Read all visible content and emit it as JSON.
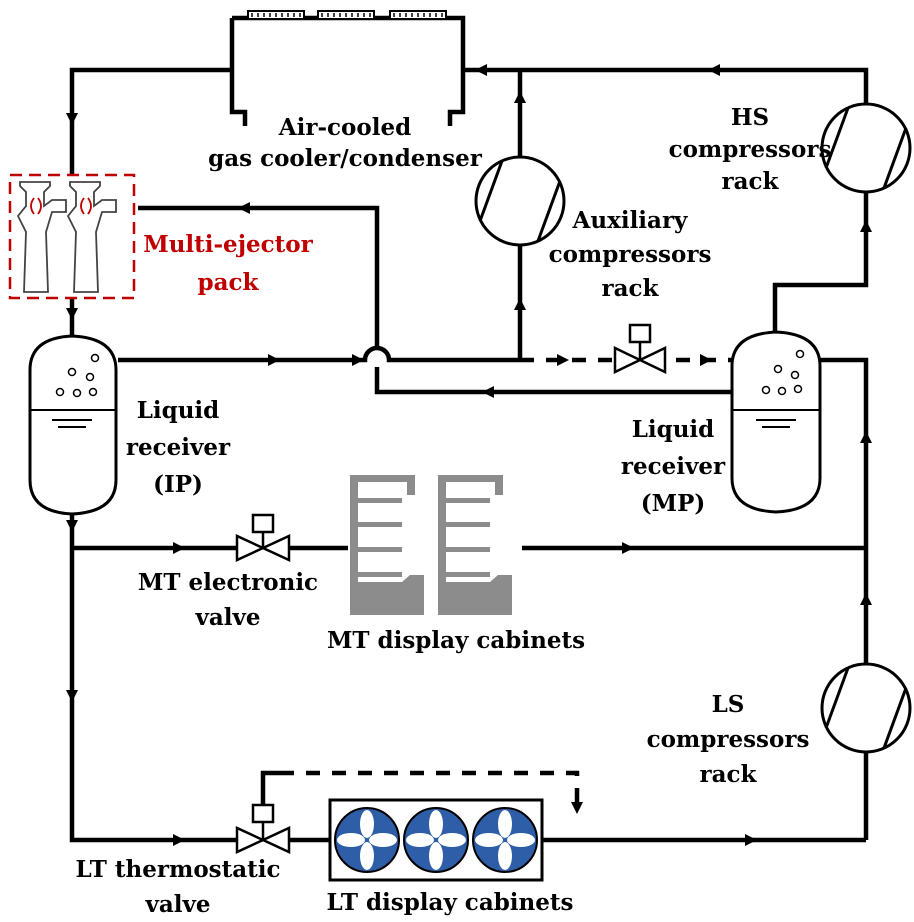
{
  "labels": {
    "gas_cooler": [
      "Air-cooled",
      "gas cooler/condenser"
    ],
    "hs_rack": [
      "HS",
      "compressors",
      "rack"
    ],
    "aux_rack": [
      "Auxiliary",
      "compressors",
      "rack"
    ],
    "multi_ejector": [
      "Multi-ejector",
      "pack"
    ],
    "receiver_ip": [
      "Liquid",
      "receiver",
      "(IP)"
    ],
    "receiver_mp": [
      "Liquid",
      "receiver",
      "(MP)"
    ],
    "mt_valve": [
      "MT electronic",
      "valve"
    ],
    "mt_cabinets": "MT display cabinets",
    "ls_rack": [
      "LS",
      "compressors",
      "rack"
    ],
    "lt_valve": [
      "LT thermostatic",
      "valve"
    ],
    "lt_cabinets": "LT display cabinets"
  },
  "colors": {
    "line": "#000000",
    "ejector_highlight": "#c00000",
    "cabinet_gray": "#8c8c8c",
    "lt_fan_blue": "#2e5ea8"
  },
  "icons": [
    "compressor-icon",
    "valve-icon",
    "receiver-tank-icon",
    "ejector-icon",
    "display-cabinet-icon",
    "fan-icon",
    "gas-cooler-icon"
  ]
}
